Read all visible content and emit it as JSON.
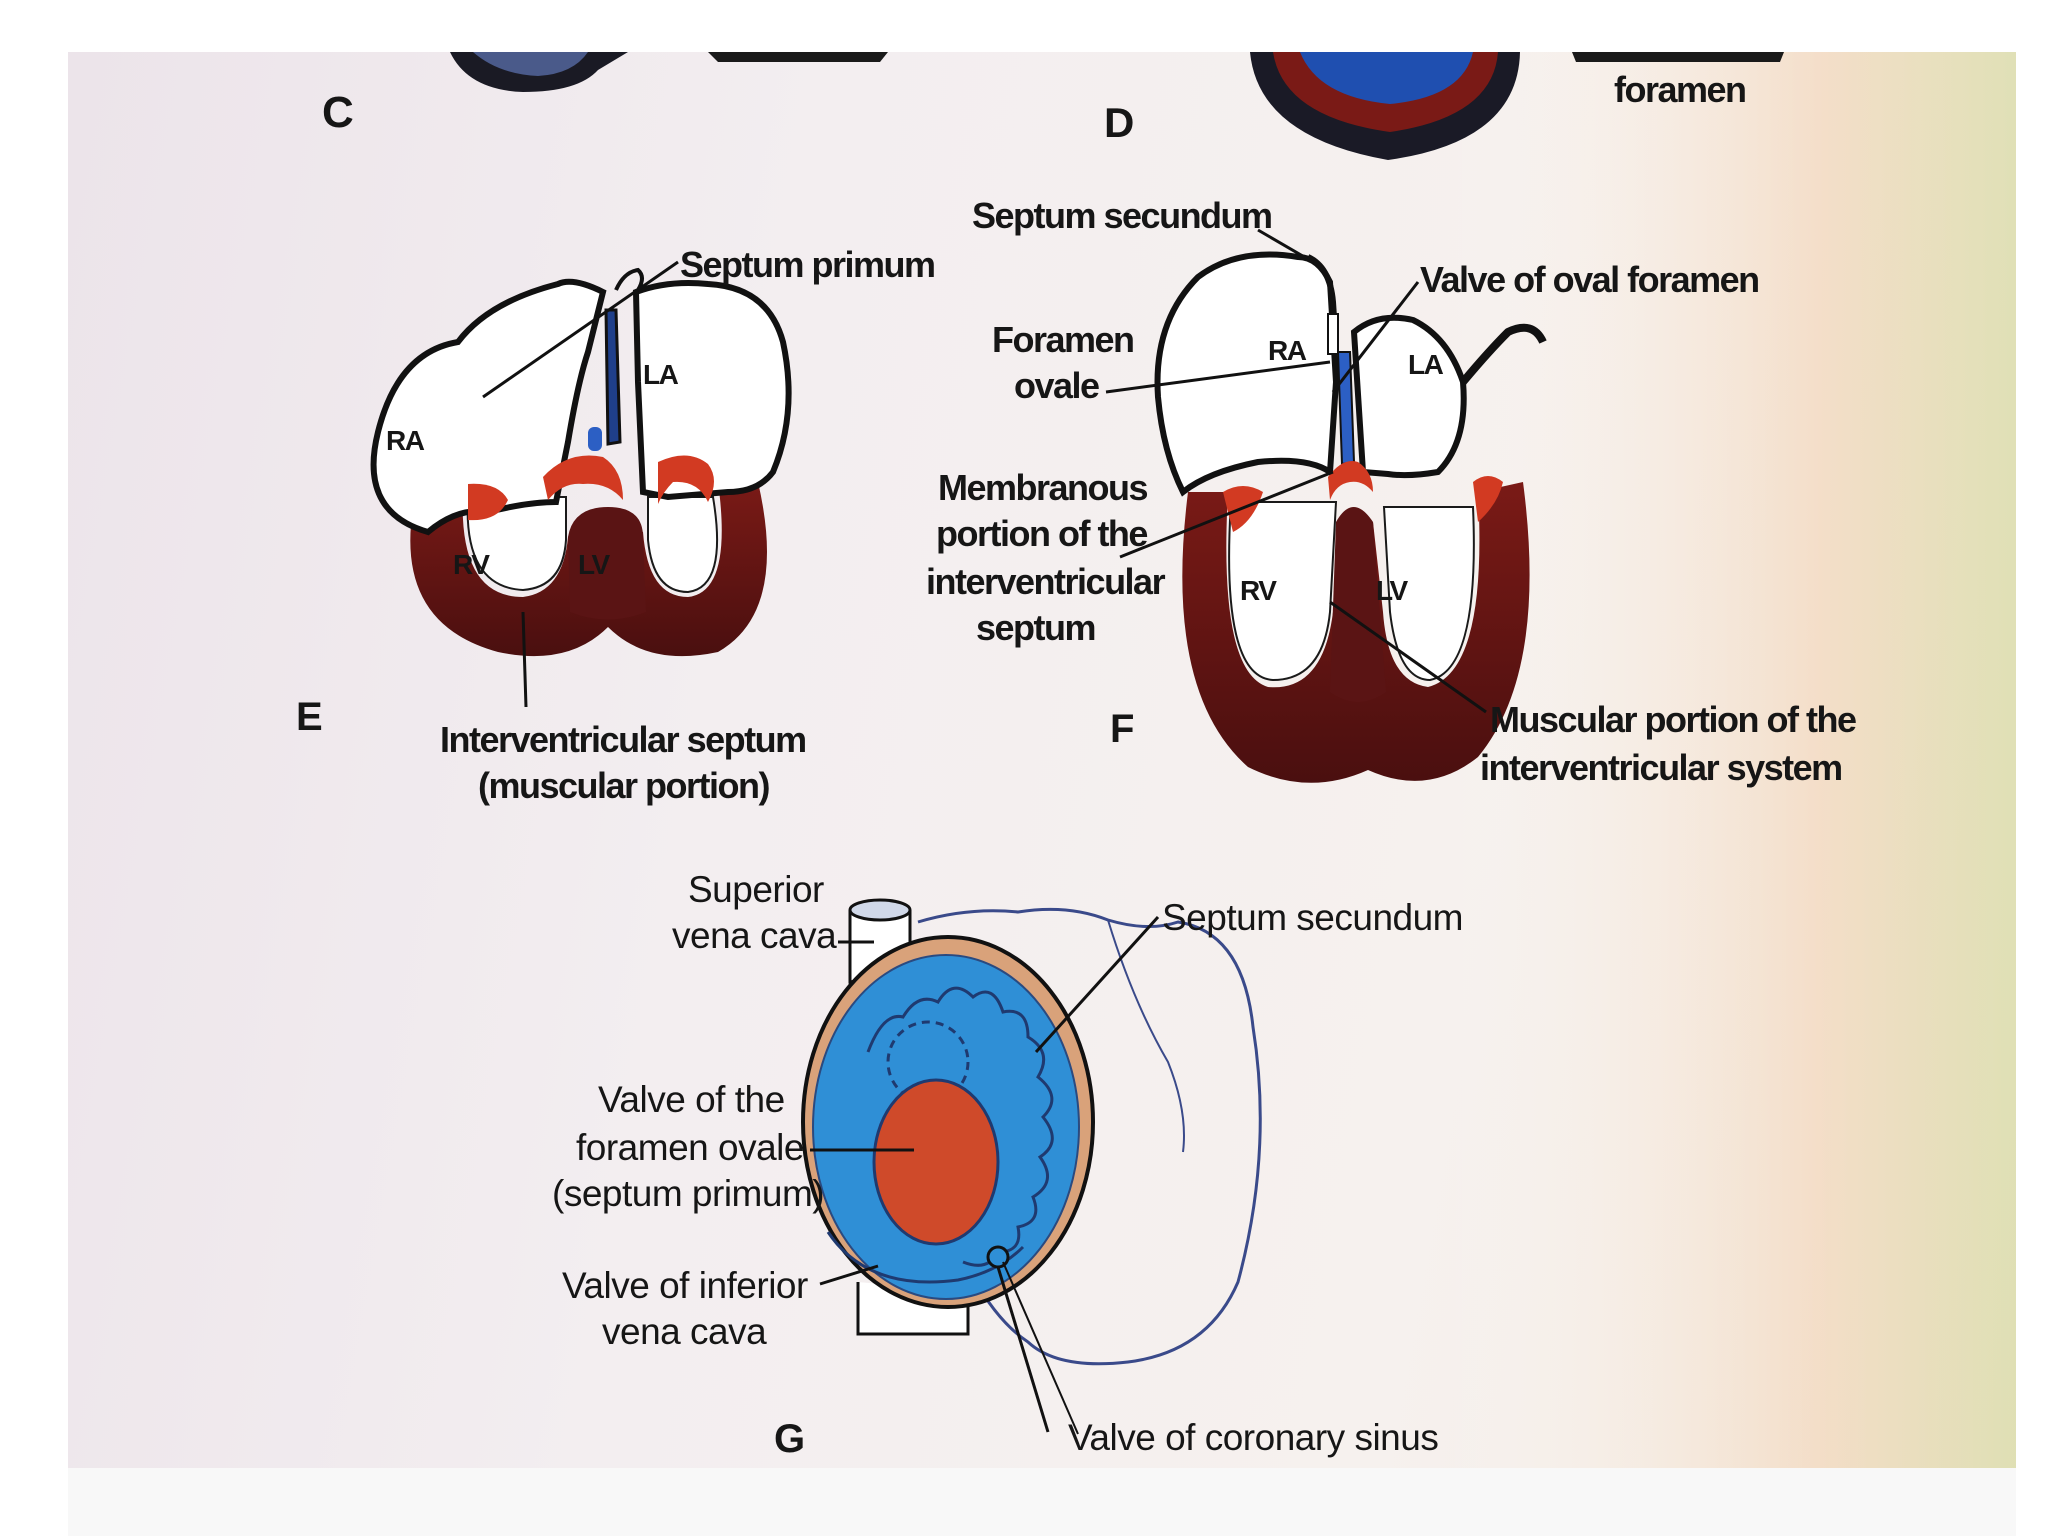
{
  "panels": {
    "c": "C",
    "d": "D",
    "e": "E",
    "f": "F",
    "g": "G"
  },
  "top_labels": {
    "d_foramen": "foramen"
  },
  "panel_e": {
    "septum_primum": "Septum primum",
    "ra": "RA",
    "la": "LA",
    "rv": "RV",
    "lv": "LV",
    "interventricular_line1": "Interventricular septum",
    "interventricular_line2": "(muscular portion)"
  },
  "panel_f": {
    "septum_secundum": "Septum secundum",
    "valve_oval_foramen": "Valve of oval foramen",
    "foramen_ovale_line1": "Foramen",
    "foramen_ovale_line2": "ovale",
    "membranous_line1": "Membranous",
    "membranous_line2": "portion of the",
    "membranous_line3": "interventricular",
    "membranous_line4": "septum",
    "ra": "RA",
    "la": "LA",
    "rv": "RV",
    "lv": "LV",
    "muscular_line1": "Muscular portion of the",
    "muscular_line2": "interventricular system"
  },
  "panel_g": {
    "svc_line1": "Superior",
    "svc_line2": "vena cava",
    "septum_secundum": "Septum secundum",
    "valve_fo_line1": "Valve of the",
    "valve_fo_line2": "foramen ovale",
    "valve_fo_line3": "(septum primum)",
    "ivc_line1": "Valve of inferior",
    "ivc_line2": "vena cava",
    "coronary_sinus": "Valve of coronary sinus"
  },
  "colors": {
    "muscle_dark": "#5a1414",
    "muscle_red": "#d23a22",
    "septum_blue": "#2c5fc4",
    "g_blue": "#2f8fd6",
    "g_red": "#cf4a2a",
    "g_tan": "#d9a27a"
  }
}
